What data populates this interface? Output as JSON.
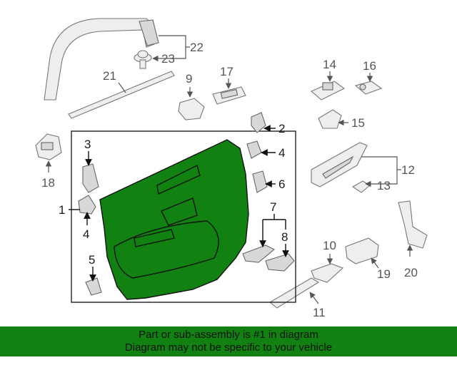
{
  "colors": {
    "highlight": "#118211",
    "footer_background": "#118211",
    "selected_part_fill": "#118211",
    "part_fill": "#eeeeee",
    "outline": "#777777"
  },
  "callouts": {
    "c1": "1",
    "c2": "2",
    "c3": "3",
    "c4a": "4",
    "c4b": "4",
    "c5": "5",
    "c6": "6",
    "c7": "7",
    "c8": "8",
    "c9": "9",
    "c10": "10",
    "c11": "11",
    "c12": "12",
    "c13": "13",
    "c14": "14",
    "c15": "15",
    "c16": "16",
    "c17": "17",
    "c18": "18",
    "c19": "19",
    "c20": "20",
    "c21": "21",
    "c22": "22",
    "c23": "23"
  },
  "footer": {
    "line1": "Part or sub-assembly is #1 in diagram",
    "line2": "Diagram may not be specific to your vehicle"
  }
}
